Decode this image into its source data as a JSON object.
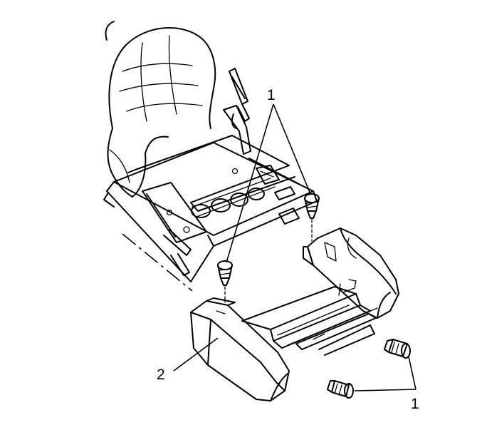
{
  "callouts": {
    "fastener_top": "1",
    "fastener_bottom": "1",
    "trim_cover": "2"
  }
}
